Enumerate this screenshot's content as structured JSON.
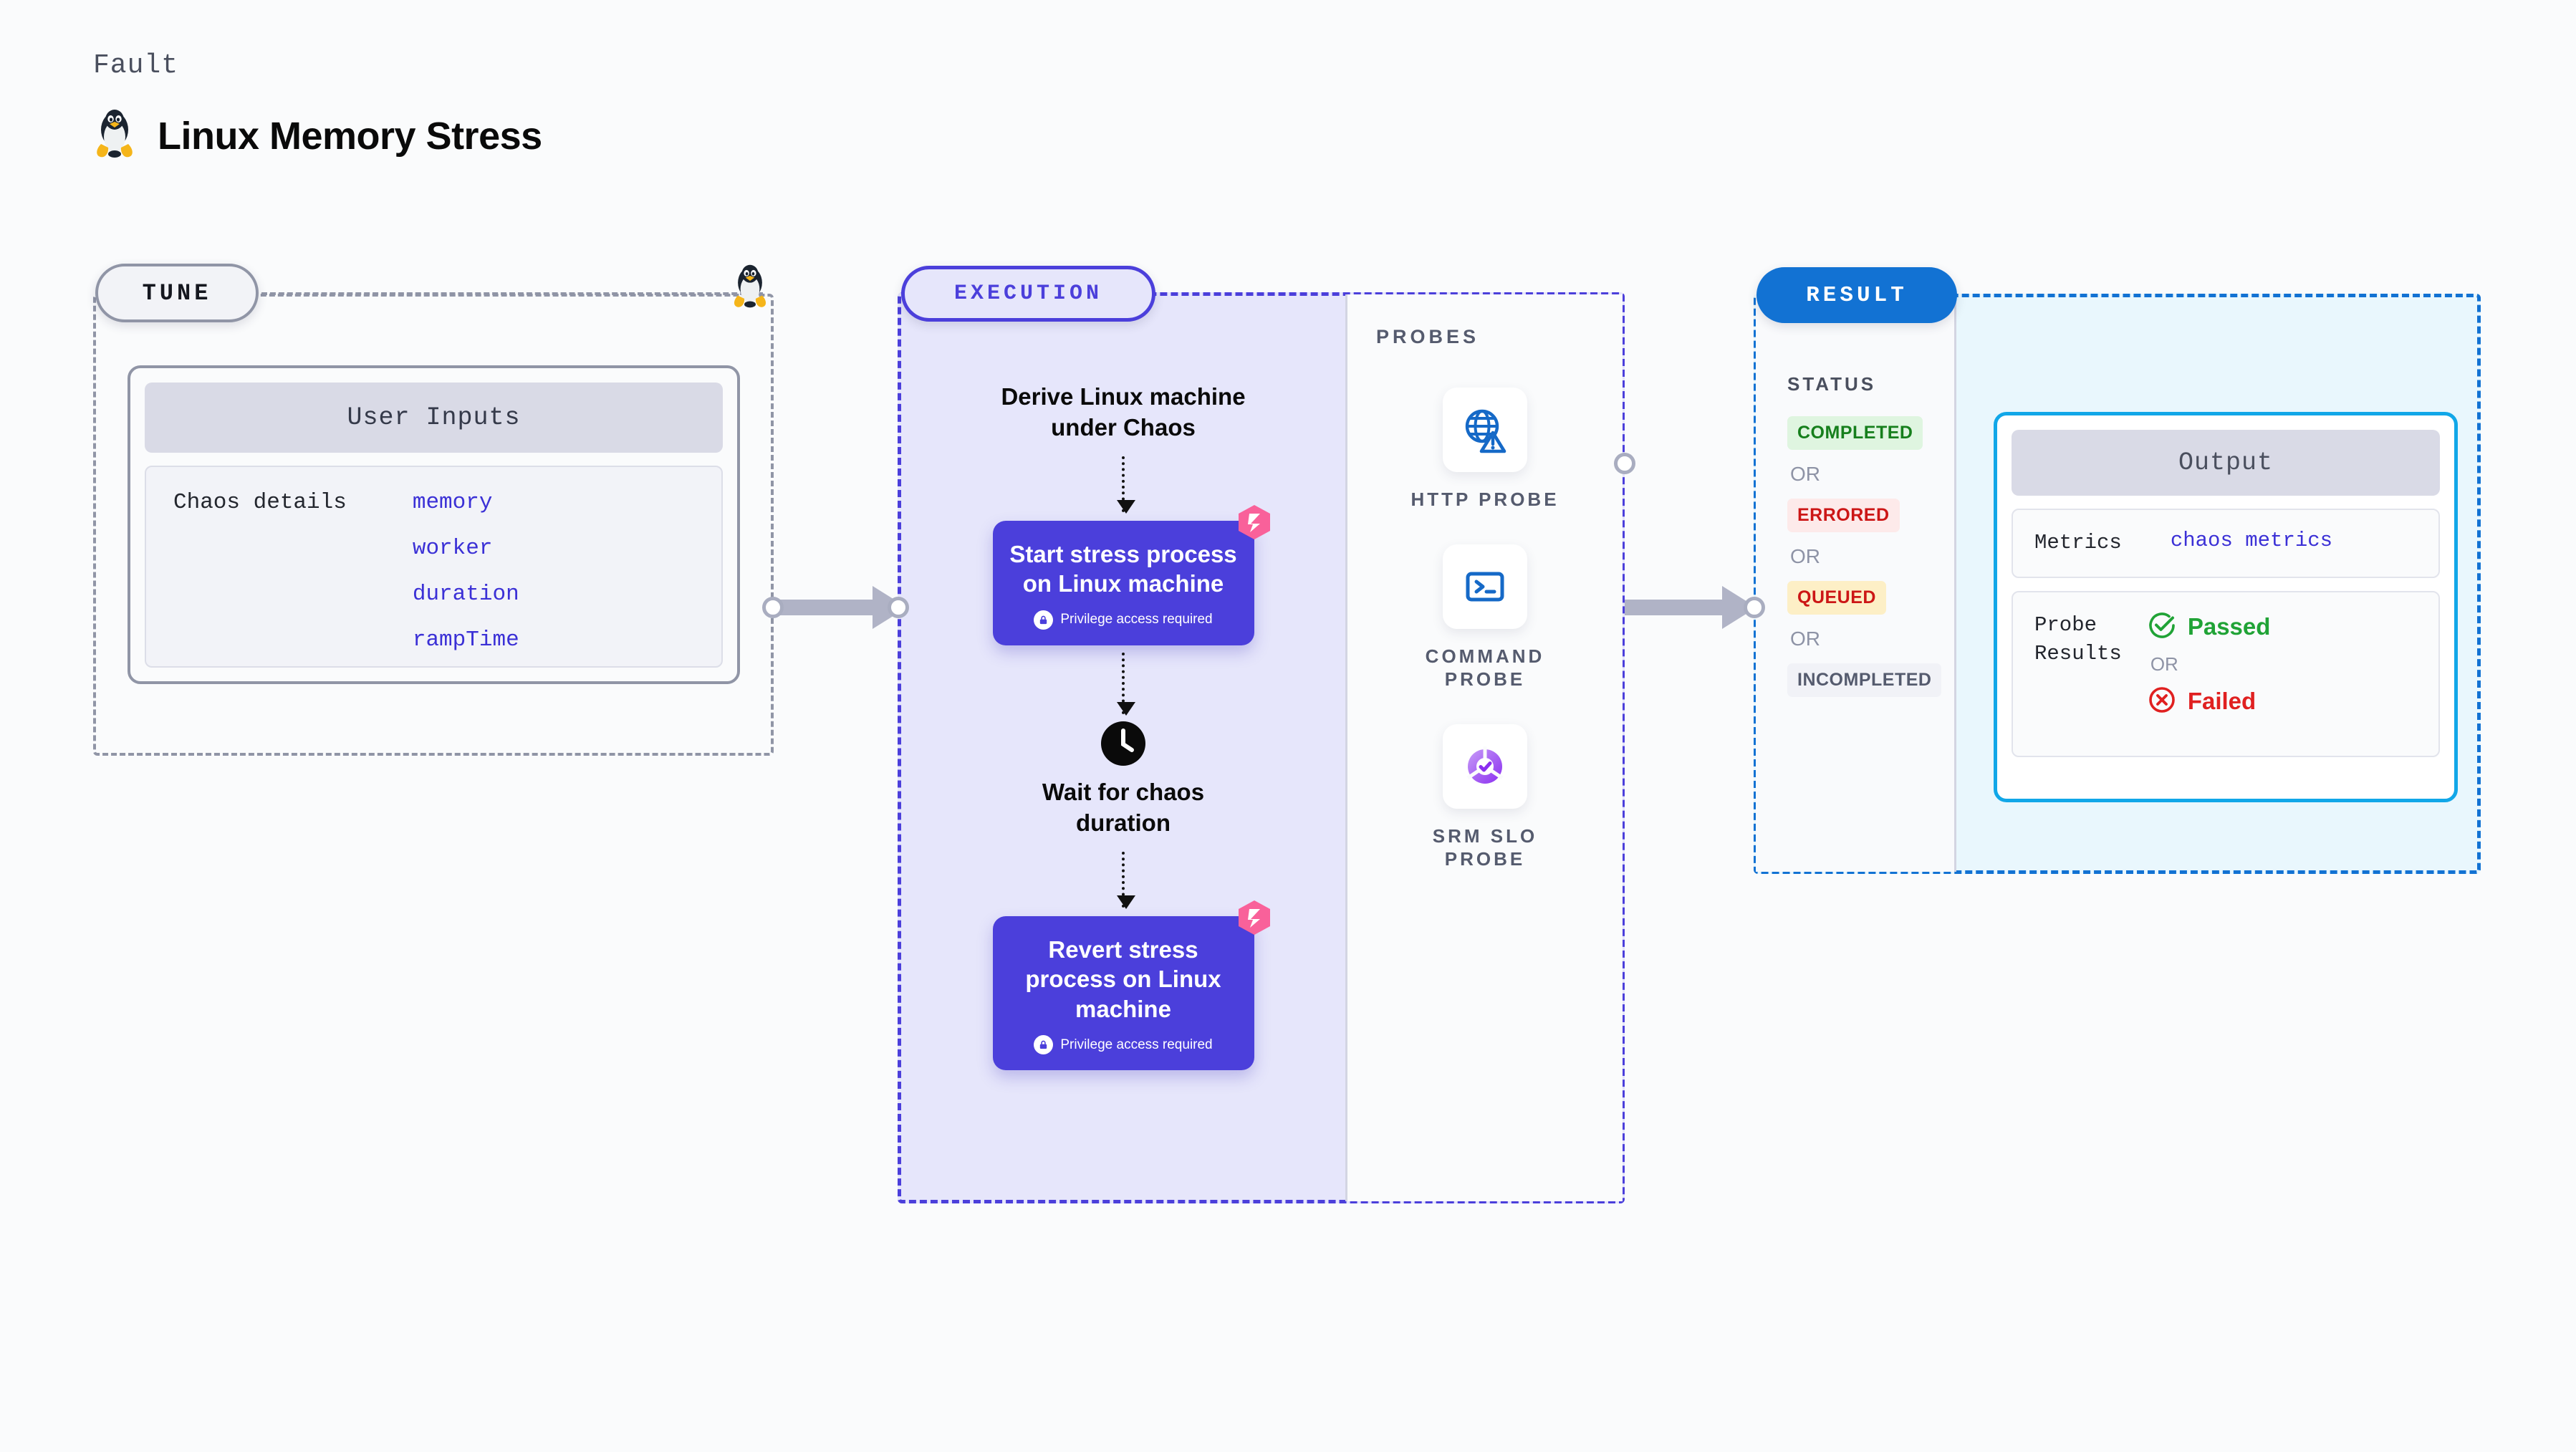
{
  "header": {
    "kicker": "Fault",
    "title": "Linux Memory Stress",
    "icon": "linux-penguin-icon"
  },
  "tune": {
    "pill_label": "TUNE",
    "card_title": "User Inputs",
    "details_label": "Chaos details",
    "params": [
      "memory",
      "worker",
      "duration",
      "rampTime"
    ]
  },
  "execution": {
    "pill_label": "EXECUTION",
    "step1_text": "Derive Linux machine\nunder Chaos",
    "node1_title": "Start stress process on Linux machine",
    "node1_sub": "Privilege access required",
    "wait_text": "Wait for chaos\nduration",
    "node2_title": "Revert stress process on Linux machine",
    "node2_sub": "Privilege access required",
    "probes": {
      "title": "PROBES",
      "items": [
        {
          "label": "HTTP PROBE",
          "icon": "globe-warning-icon"
        },
        {
          "label": "COMMAND\nPROBE",
          "icon": "terminal-icon"
        },
        {
          "label": "SRM SLO\nPROBE",
          "icon": "slo-donut-check-icon"
        }
      ]
    }
  },
  "result": {
    "pill_label": "RESULT",
    "status": {
      "title": "STATUS",
      "or_label": "OR",
      "chips": [
        {
          "label": "COMPLETED",
          "bg": "#dff5e0",
          "fg": "#167f1c"
        },
        {
          "label": "ERRORED",
          "bg": "#fdeaea",
          "fg": "#cc1616"
        },
        {
          "label": "QUEUED",
          "bg": "#fdefc6",
          "fg": "#cc1616"
        },
        {
          "label": "INCOMPLETED",
          "bg": "#f1f2f7",
          "fg": "#555b6e"
        }
      ]
    },
    "output": {
      "title": "Output",
      "metrics_label": "Metrics",
      "metrics_value": "chaos metrics",
      "probe_results_label": "Probe\nResults",
      "passed_label": "Passed",
      "failed_label": "Failed",
      "or_label": "OR",
      "passed_color": "#20a336",
      "failed_color": "#e02020"
    }
  },
  "colors": {
    "accent_purple": "#4b3fdb",
    "accent_blue": "#1272d3",
    "accent_cyan": "#11a7e8",
    "litmus_pink": "#f9619a",
    "page_bg": "#fafbfc"
  }
}
